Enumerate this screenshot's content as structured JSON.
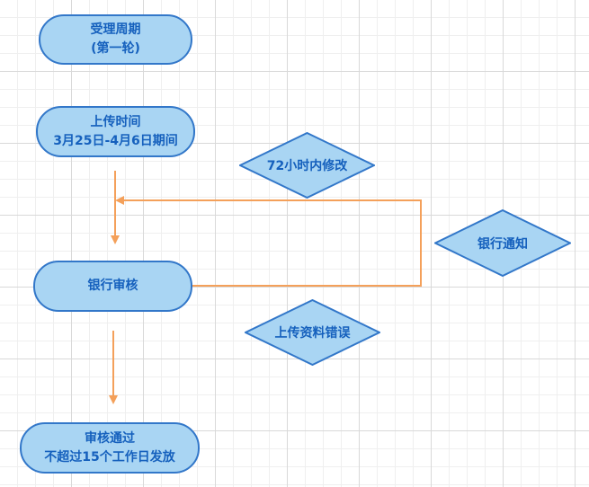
{
  "nodes": {
    "cycle": {
      "line1": "受理周期",
      "line2": "(第一轮)"
    },
    "upload_time": {
      "line1": "上传时间",
      "line2": "3月25日-4月6日期间"
    },
    "bank_review": {
      "line1": "银行审核"
    },
    "approved": {
      "line1": "审核通过",
      "line2": "不超过15个工作日发放"
    }
  },
  "decisions": {
    "modify_72h": "72小时内修改",
    "bank_notice": "银行通知",
    "upload_error": "上传资料错误"
  },
  "colors": {
    "node_fill": "#a9d5f3",
    "node_border": "#3277c9",
    "node_text": "#1560bd",
    "connector": "#f4a05a",
    "grid_major": "#d9d9d9",
    "grid_minor": "#efefef"
  }
}
